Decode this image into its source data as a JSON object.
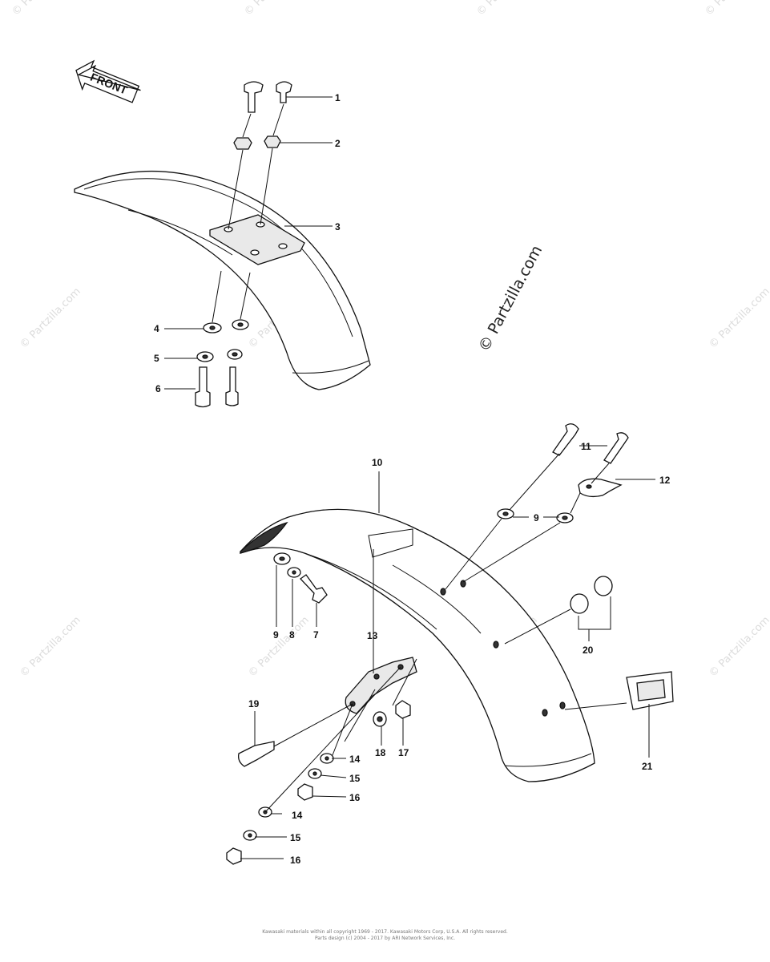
{
  "front_label": "FRONT",
  "watermark": "© Partzilla.com",
  "callouts": {
    "c1": "1",
    "c2": "2",
    "c3": "3",
    "c4": "4",
    "c5": "5",
    "c6": "6",
    "c7": "7",
    "c8": "8",
    "c9a": "9",
    "c9b": "9",
    "c10": "10",
    "c11": "11",
    "c12": "12",
    "c13": "13",
    "c14a": "14",
    "c14b": "14",
    "c15a": "15",
    "c15b": "15",
    "c16a": "16",
    "c16b": "16",
    "c17": "17",
    "c18": "18",
    "c19": "19",
    "c20": "20",
    "c21": "21"
  },
  "footer": {
    "line1": "Kawasaki materials within all copyright 1969 - 2017. Kawasaki Motors Corp, U.S.A. All rights reserved.",
    "line2": "Parts design (c) 2004 - 2017 by ARI Network Services, Inc."
  }
}
